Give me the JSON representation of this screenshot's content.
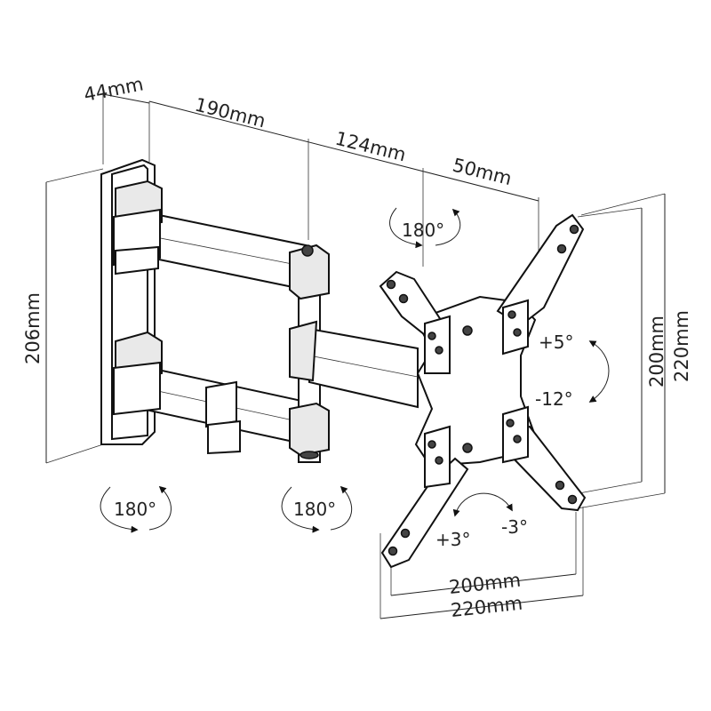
{
  "dimensions": {
    "plate_depth": "44mm",
    "arm_1": "190mm",
    "arm_2": "124mm",
    "head": "50mm",
    "plate_height": "206mm",
    "vesa_inner_v": "200mm",
    "vesa_outer_v": "220mm",
    "vesa_inner_h": "200mm",
    "vesa_outer_h": "220mm"
  },
  "rotations": {
    "top_pivot": "180°",
    "wall_pivot": "180°",
    "elbow_pivot": "180°",
    "tilt_up": "+5°",
    "tilt_down": "-12°",
    "swivel_plus": "+3°",
    "swivel_minus": "-3°"
  }
}
